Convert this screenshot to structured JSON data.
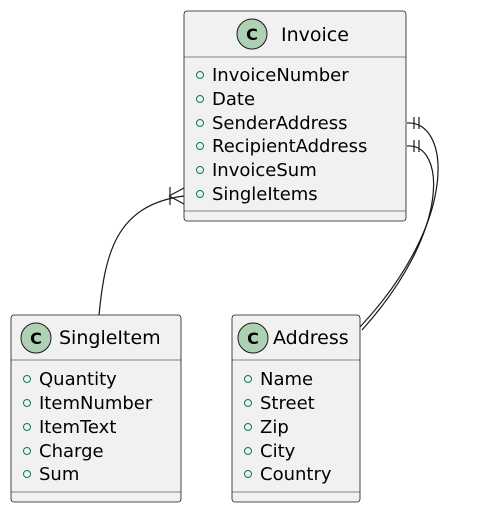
{
  "classes": {
    "invoice": {
      "stereotype_letter": "C",
      "name": "Invoice",
      "attributes": [
        "InvoiceNumber",
        "Date",
        "SenderAddress",
        "RecipientAddress",
        "InvoiceSum",
        "SingleItems"
      ]
    },
    "single_item": {
      "stereotype_letter": "C",
      "name": "SingleItem",
      "attributes": [
        "Quantity",
        "ItemNumber",
        "ItemText",
        "Charge",
        "Sum"
      ]
    },
    "address": {
      "stereotype_letter": "C",
      "name": "Address",
      "attributes": [
        "Name",
        "Street",
        "Zip",
        "City",
        "Country"
      ]
    }
  },
  "relations": [
    {
      "from": "invoice.SingleItems",
      "to": "single_item",
      "from_end": "one-or-many"
    },
    {
      "from": "invoice.SenderAddress",
      "to": "address",
      "from_end": "exactly-one"
    },
    {
      "from": "invoice.RecipientAddress",
      "to": "address",
      "from_end": "exactly-one"
    }
  ],
  "colors": {
    "box_fill": "#f1f1f1",
    "box_stroke": "#181818",
    "badge_fill": "#add1b2",
    "visibility_marker": "#038048"
  }
}
